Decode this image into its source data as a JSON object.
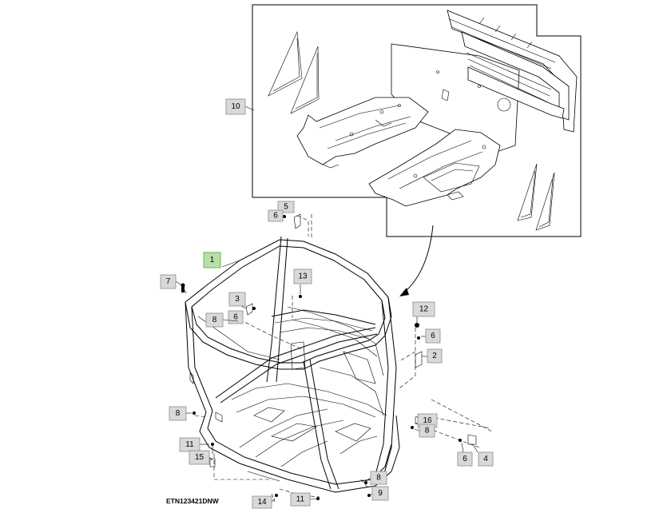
{
  "diagram": {
    "reference_code": "ETN123421DNW",
    "callouts": {
      "c1": "1",
      "c2": "2",
      "c3": "3",
      "c4": "4",
      "c5": "5",
      "c6a": "6",
      "c6b": "6",
      "c6c": "6",
      "c6d": "6",
      "c7": "7",
      "c8a": "8",
      "c8b": "8",
      "c8c": "8",
      "c9": "9",
      "c10": "10",
      "c11a": "11",
      "c11b": "11",
      "c12": "12",
      "c13": "13",
      "c14": "14",
      "c15": "15",
      "c16": "16"
    },
    "highlighted_callout": "1"
  }
}
